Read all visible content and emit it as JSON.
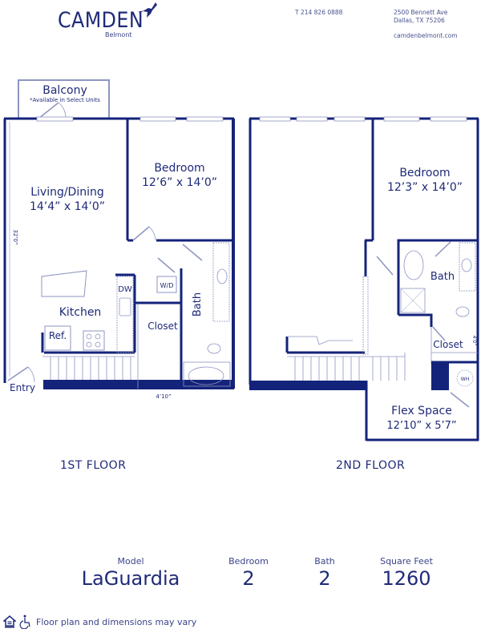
{
  "header": {
    "brand": "CAMDEN",
    "community": "Belmont",
    "phone": "T 214 826 0888",
    "address_line1": "2500 Bennett Ave",
    "address_line2": "Dallas, TX 75206",
    "website": "camdenbelmont.com",
    "logo_icon": "hummingbird-icon"
  },
  "colors": {
    "wall": "#14237a",
    "text": "#1f2a78",
    "fixture": "#8d95c0"
  },
  "floor1": {
    "label": "1ST FLOOR",
    "rooms": {
      "balcony": "Balcony",
      "balcony_note": "*Available in Select Units",
      "living": "Living/Dining",
      "living_dim": "14’4” x 14’0”",
      "bedroom": "Bedroom",
      "bedroom_dim": "12’6” x 14’0”",
      "kitchen": "Kitchen",
      "dw": "DW",
      "wd": "W/D",
      "ref": "Ref.",
      "closet": "Closet",
      "bath": "Bath",
      "entry": "Entry"
    },
    "dims": {
      "height": "32’0”",
      "width_bottom": "4’10”"
    }
  },
  "floor2": {
    "label": "2ND FLOOR",
    "rooms": {
      "bedroom": "Bedroom",
      "bedroom_dim": "12’3” x 14’0”",
      "bath": "Bath",
      "closet": "Closet",
      "wh": "WH",
      "flex": "Flex Space",
      "flex_dim": "12’10” x 5’7”"
    },
    "dims": {
      "closet_depth": "4’0”"
    }
  },
  "summary": {
    "model_label": "Model",
    "model_value": "LaGuardia",
    "bedroom_label": "Bedroom",
    "bedroom_value": "2",
    "bath_label": "Bath",
    "bath_value": "2",
    "sqft_label": "Square Feet",
    "sqft_value": "1260"
  },
  "footer": {
    "note": "Floor plan and dimensions may vary",
    "icons": [
      "equal-housing-icon",
      "accessibility-icon"
    ]
  }
}
